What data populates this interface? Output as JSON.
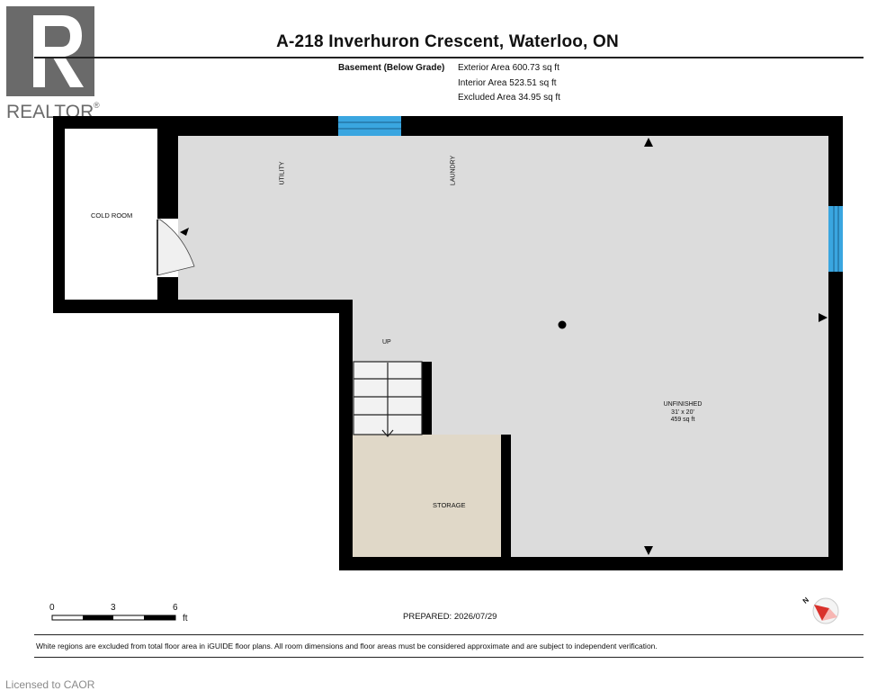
{
  "header": {
    "title": "A-218 Inverhuron Crescent, Waterloo, ON"
  },
  "floor": {
    "name": "Basement (Below Grade)",
    "areas": [
      "Exterior Area 600.73 sq ft",
      "Interior Area 523.51 sq ft",
      "Excluded Area 34.95 sq ft"
    ]
  },
  "rooms": {
    "cold_room": "COLD ROOM",
    "utility": "UTILITY",
    "laundry": "LAUNDRY",
    "up": "UP",
    "unfinished": {
      "name": "UNFINISHED",
      "dims": "31' x 20'",
      "area": "459 sq ft"
    },
    "storage": "STORAGE"
  },
  "scale": {
    "ticks": [
      "0",
      "3",
      "6"
    ],
    "unit": "ft"
  },
  "prepared": "PREPARED: 2026/07/29",
  "disclaimer": "White regions are excluded from total floor area in iGUIDE floor plans. All room dimensions and floor areas must be considered approximate and are subject to independent verification.",
  "compass_letter": "N",
  "branding": {
    "realtor": "REALTOR",
    "registered": "®",
    "licensed": "Licensed to CAOR"
  },
  "colors": {
    "wall": "#000000",
    "floor": "#dcdcdc",
    "storage": "#e0d8c8",
    "window": "#3aa6e0",
    "logo": "#6a6a6a",
    "compass_arrow": "#d9312b"
  }
}
